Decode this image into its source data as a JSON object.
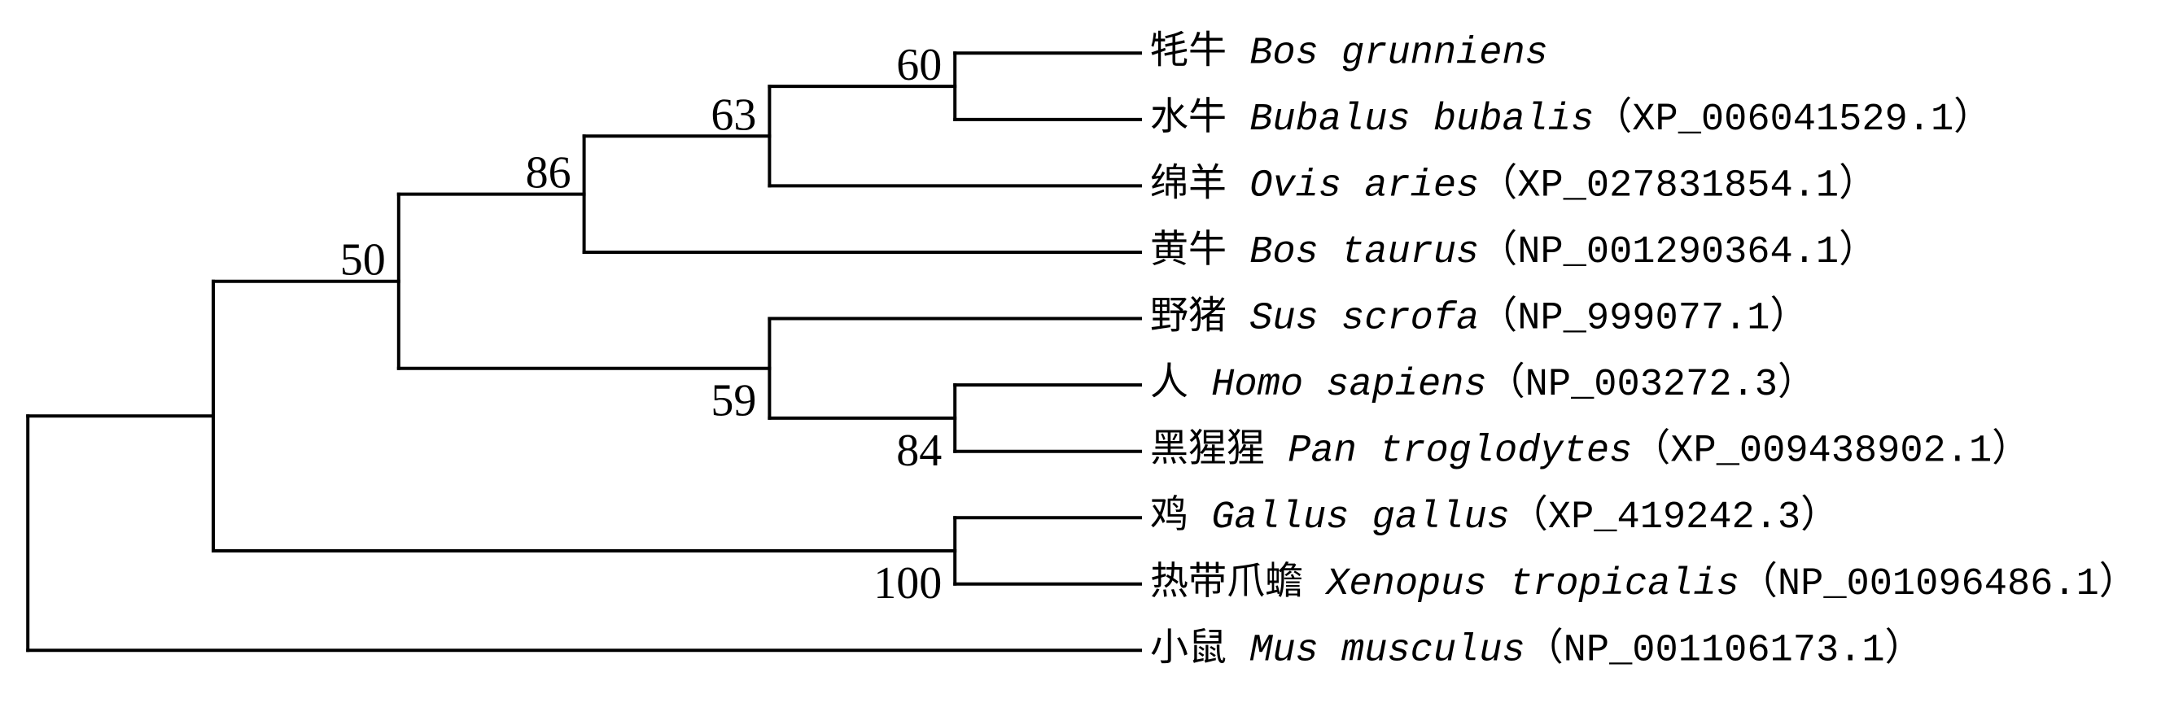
{
  "style": {
    "background": "#ffffff",
    "line_color": "#000000",
    "text_color": "#000000"
  },
  "tree": {
    "leaves": [
      {
        "cn": "牦牛",
        "latin": "Bos grunniens"
      },
      {
        "cn": "水牛",
        "latin": "Bubalus bubalis",
        "accession": "（XP_006041529.1）"
      },
      {
        "cn": "绵羊",
        "latin": "Ovis aries",
        "accession": "（XP_027831854.1）"
      },
      {
        "cn": "黄牛",
        "latin": "Bos taurus",
        "accession": "（NP_001290364.1）"
      },
      {
        "cn": "野猪",
        "latin": "Sus scrofa",
        "accession": "（NP_999077.1）"
      },
      {
        "cn": "人",
        "latin": "Homo sapiens",
        "accession": "（NP_003272.3）"
      },
      {
        "cn": "黑猩猩",
        "latin": "Pan troglodytes",
        "accession": "（XP_009438902.1）"
      },
      {
        "cn": "鸡",
        "latin": "Gallus gallus",
        "accession": "（XP_419242.3）"
      },
      {
        "cn": "热带爪蟾",
        "latin": "Xenopus tropicalis",
        "accession": "（NP_001096486.1）"
      },
      {
        "cn": "小鼠",
        "latin": "Mus musculus",
        "accession": "（NP_001106173.1）"
      }
    ],
    "topology": {
      "children": [
        {
          "children": [
            {
              "bootstrap": 50,
              "children": [
                {
                  "bootstrap": 86,
                  "children": [
                    {
                      "bootstrap": 63,
                      "children": [
                        {
                          "bootstrap": 60,
                          "children": [
                            {
                              "leaf": 0
                            },
                            {
                              "leaf": 1
                            }
                          ]
                        },
                        {
                          "leaf": 2
                        }
                      ]
                    },
                    {
                      "leaf": 3
                    }
                  ]
                },
                {
                  "bootstrap": 59,
                  "children": [
                    {
                      "leaf": 4
                    },
                    {
                      "bootstrap": 84,
                      "children": [
                        {
                          "leaf": 5
                        },
                        {
                          "leaf": 6
                        }
                      ]
                    }
                  ]
                }
              ]
            },
            {
              "bootstrap": 100,
              "children": [
                {
                  "leaf": 7
                },
                {
                  "leaf": 8
                }
              ]
            }
          ]
        },
        {
          "leaf": 9
        }
      ]
    }
  }
}
